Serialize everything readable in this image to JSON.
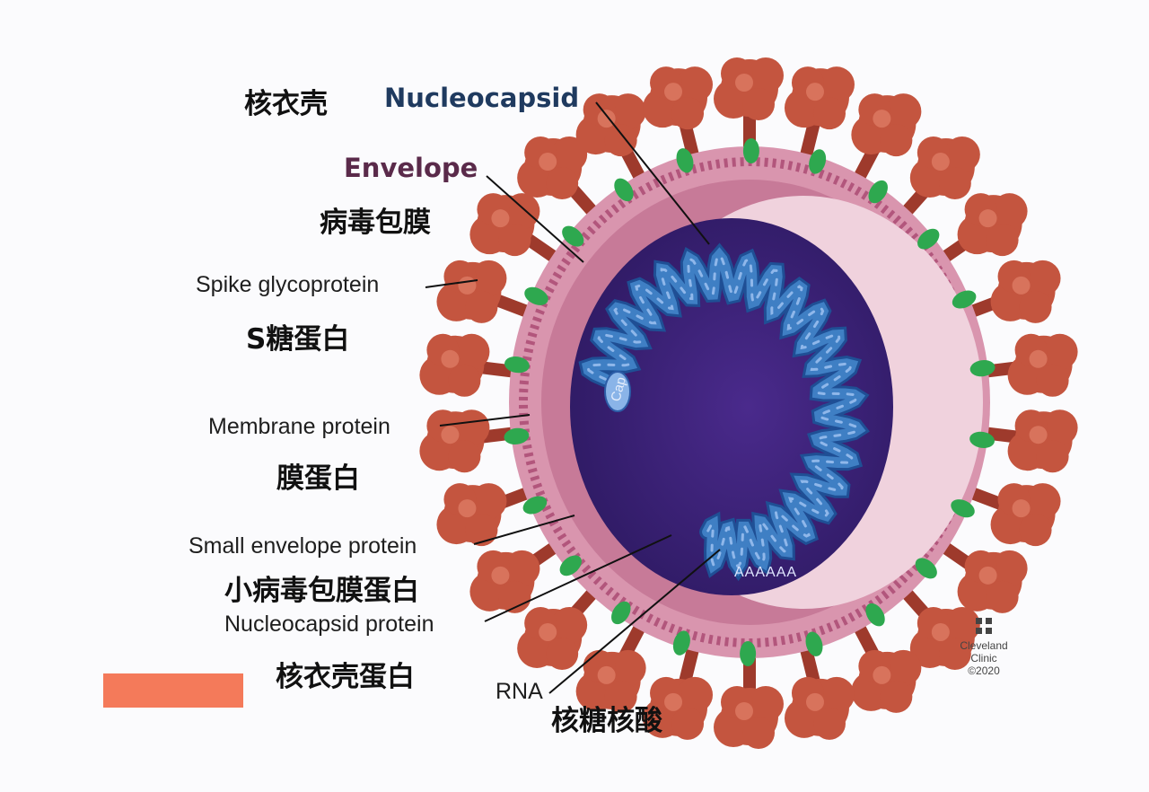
{
  "labels": {
    "nucleocapsid_cn": "核衣壳",
    "nucleocapsid_en": "Nucleocapsid",
    "envelope_en": "Envelope",
    "envelope_cn": "病毒包膜",
    "spike_en": "Spike glycoprotein",
    "spike_cn": "S糖蛋白",
    "membrane_en": "Membrane protein",
    "membrane_cn": "膜蛋白",
    "small_envelope_en": "Small envelope protein",
    "small_envelope_cn": "小病毒包膜蛋白",
    "nucleocapsid_protein_en": "Nucleocapsid protein",
    "nucleocapsid_protein_cn": "核衣壳蛋白",
    "rna_en": "RNA",
    "rna_cn": "核糖核酸",
    "cap": "Cap",
    "poly_a": "AAAAAA"
  },
  "logo": {
    "line1": "Cleveland",
    "line2": "Clinic",
    "line3": "©2020"
  },
  "colors": {
    "spike": "#c4553f",
    "envelope": "#c77a98",
    "interior": "#3d2176",
    "rna": "#3f7fc4",
    "membrane_protein": "#2ea84f",
    "redaction": "#f47a5a"
  }
}
